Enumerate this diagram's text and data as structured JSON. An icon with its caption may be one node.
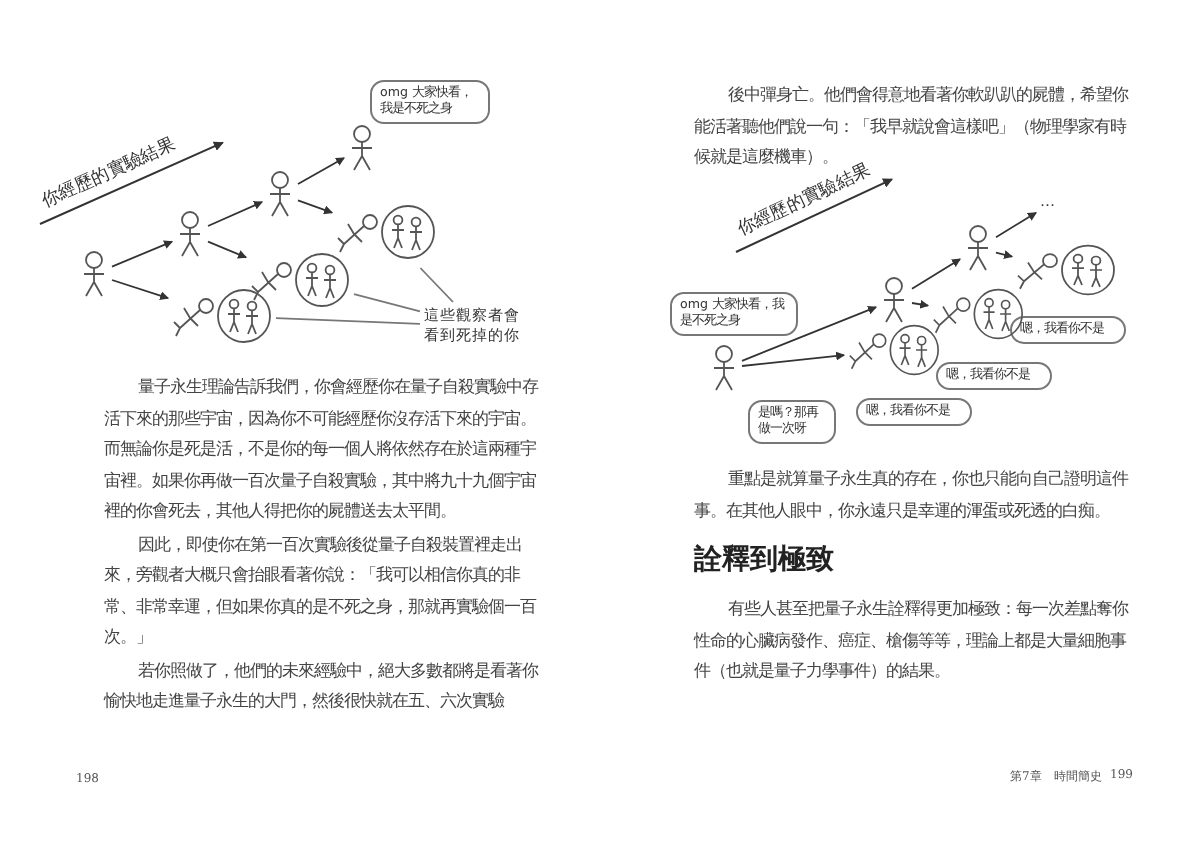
{
  "diagram": {
    "nodes": [
      {
        "text": [],
        "shape": "person"
      },
      {
        "text": [],
        "shape": "person"
      },
      {
        "text": [],
        "shape": "person"
      },
      {
        "text": [],
        "shape": "person"
      },
      {
        "text": [
          "omg 大家快看，我是不死之身"
        ]
      },
      {
        "text": [],
        "shape": "picture"
      },
      {
        "text": [],
        "shape": "picture"
      },
      {
        "text": [],
        "shape": "picture"
      },
      {
        "text": [
          "這些觀察者會看到死掉的你"
        ]
      },
      {
        "text": [],
        "shape": "person"
      },
      {
        "text": [
          "omg 大家快看，我是不死之身"
        ]
      },
      {
        "text": [
          "是嗎？那再做一次呀"
        ]
      },
      {
        "text": [],
        "shape": "person"
      },
      {
        "text": [],
        "shape": "person"
      },
      {
        "text": [
          "…"
        ]
      },
      {
        "text": [],
        "shape": "picture"
      },
      {
        "text": [
          "嗯，我看你不是"
        ]
      },
      {
        "text": [],
        "shape": "picture"
      },
      {
        "text": [
          "嗯，我看你不是"
        ]
      },
      {
        "text": [],
        "shape": "picture"
      },
      {
        "text": [
          "嗯，我看你不是"
        ]
      }
    ],
    "edges": [
      {
        "from": 0,
        "to": 1,
        "arrow": "to"
      },
      {
        "from": 0,
        "to": 7,
        "arrow": "to"
      },
      {
        "from": 1,
        "to": 2,
        "arrow": "to"
      },
      {
        "from": 1,
        "to": 6,
        "arrow": "to"
      },
      {
        "from": 2,
        "to": 3,
        "arrow": "to"
      },
      {
        "from": 2,
        "to": 5,
        "arrow": "to"
      },
      {
        "from": 8,
        "to": 5,
        "arrow": "none"
      },
      {
        "from": 8,
        "to": 6,
        "arrow": "none"
      },
      {
        "from": 8,
        "to": 7,
        "arrow": "none"
      },
      {
        "from": 9,
        "to": 12,
        "arrow": "to"
      },
      {
        "from": 9,
        "to": 19,
        "arrow": "to"
      },
      {
        "from": 12,
        "to": 13,
        "arrow": "to"
      },
      {
        "from": 12,
        "to": 17,
        "arrow": "to"
      },
      {
        "from": 13,
        "to": 14,
        "arrow": "to"
      },
      {
        "from": 13,
        "to": 15,
        "arrow": "to"
      }
    ],
    "labels": [
      "你經歷的實驗結果",
      "量子永生理論告訴我們，你會經歷你在量子自殺實驗中存活下來的那些宇宙，因為你不可能經歷你沒存活下來的宇宙。而無論你是死是活，不是你的每一個人將依然存在於這兩種宇宙裡。如果你再做一百次量子自殺實驗，其中將九十九個宇宙裡的你會死去，其他人得把你的屍體送去太平間。",
      "因此，即使你在第一百次實驗後從量子自殺裝置裡走出來，旁觀者大概只會抬眼看著你說：「我可以相信你真的非常、非常幸運，但如果你真的是不死之身，那就再實驗個一百次。」",
      "若你照做了，他們的未來經驗中，絕大多數都將是看著你愉快地走進量子永生的大門，然後很快就在五、六次實驗",
      "198",
      "後中彈身亡。他們會得意地看著你軟趴趴的屍體，希望你能活著聽他們說一句：「我早就說會這樣吧」（物理學家有時候就是這麼機車）。",
      "你經歷的實驗結果",
      "重點是就算量子永生真的存在，你也只能向自己證明這件事。在其他人眼中，你永遠只是幸運的渾蛋或死透的白痴。",
      "詮釋到極致",
      "有些人甚至把量子永生詮釋得更加極致：每一次差點奪你性命的心臟病發作、癌症、槍傷等等，理論上都是大量細胞事件（也就是量子力學事件）的結果。",
      "第7章　時間簡史",
      "199"
    ]
  }
}
